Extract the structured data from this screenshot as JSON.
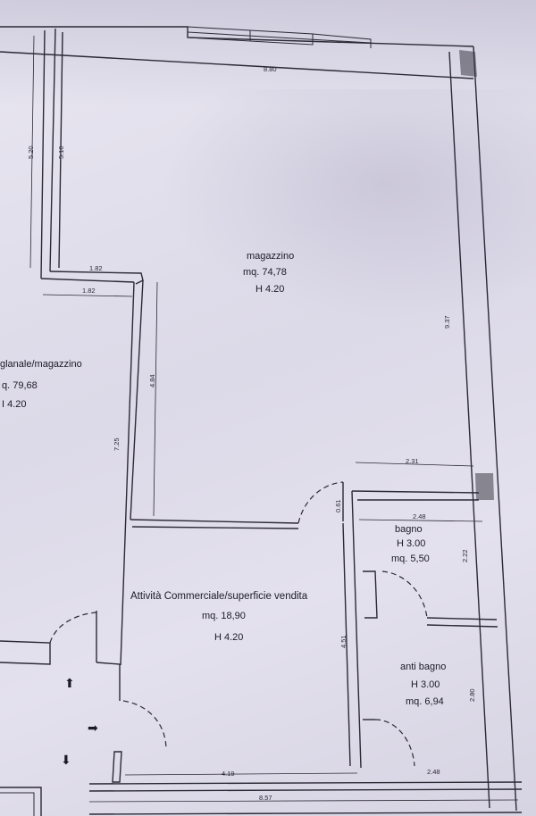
{
  "rooms": {
    "magazzino": {
      "name": "magazzino",
      "area": "mq. 74,78",
      "height": "H 4.20"
    },
    "left_room": {
      "name": "glanale/magazzino",
      "area": "q. 79,68",
      "height": "I 4.20"
    },
    "commerciale": {
      "name": "Attività Commerciale/superficie vendita",
      "area": "mq. 18,90",
      "height": "H 4.20"
    },
    "bagno": {
      "name": "bagno",
      "height": "H 3.00",
      "area": "mq. 5,50"
    },
    "antibagno": {
      "name": "anti bagno",
      "height": "H 3.00",
      "area": "mq. 6,94"
    }
  },
  "dimensions": {
    "top_width": "8.80",
    "left_520": "5.20",
    "left_510": "5.10",
    "d182a": "1.82",
    "d182b": "1.82",
    "d937": "9.37",
    "d484": "4.84",
    "d725": "7.25",
    "d231": "2.31",
    "d061": "0.61",
    "d248a": "2.48",
    "d222": "2.22",
    "d451": "4.51",
    "d280": "2.80",
    "d419": "4.19",
    "d248b": "2.48",
    "d857": "8.57"
  },
  "arrows": {
    "up": "⬆",
    "right": "➡",
    "down": "⬇"
  }
}
